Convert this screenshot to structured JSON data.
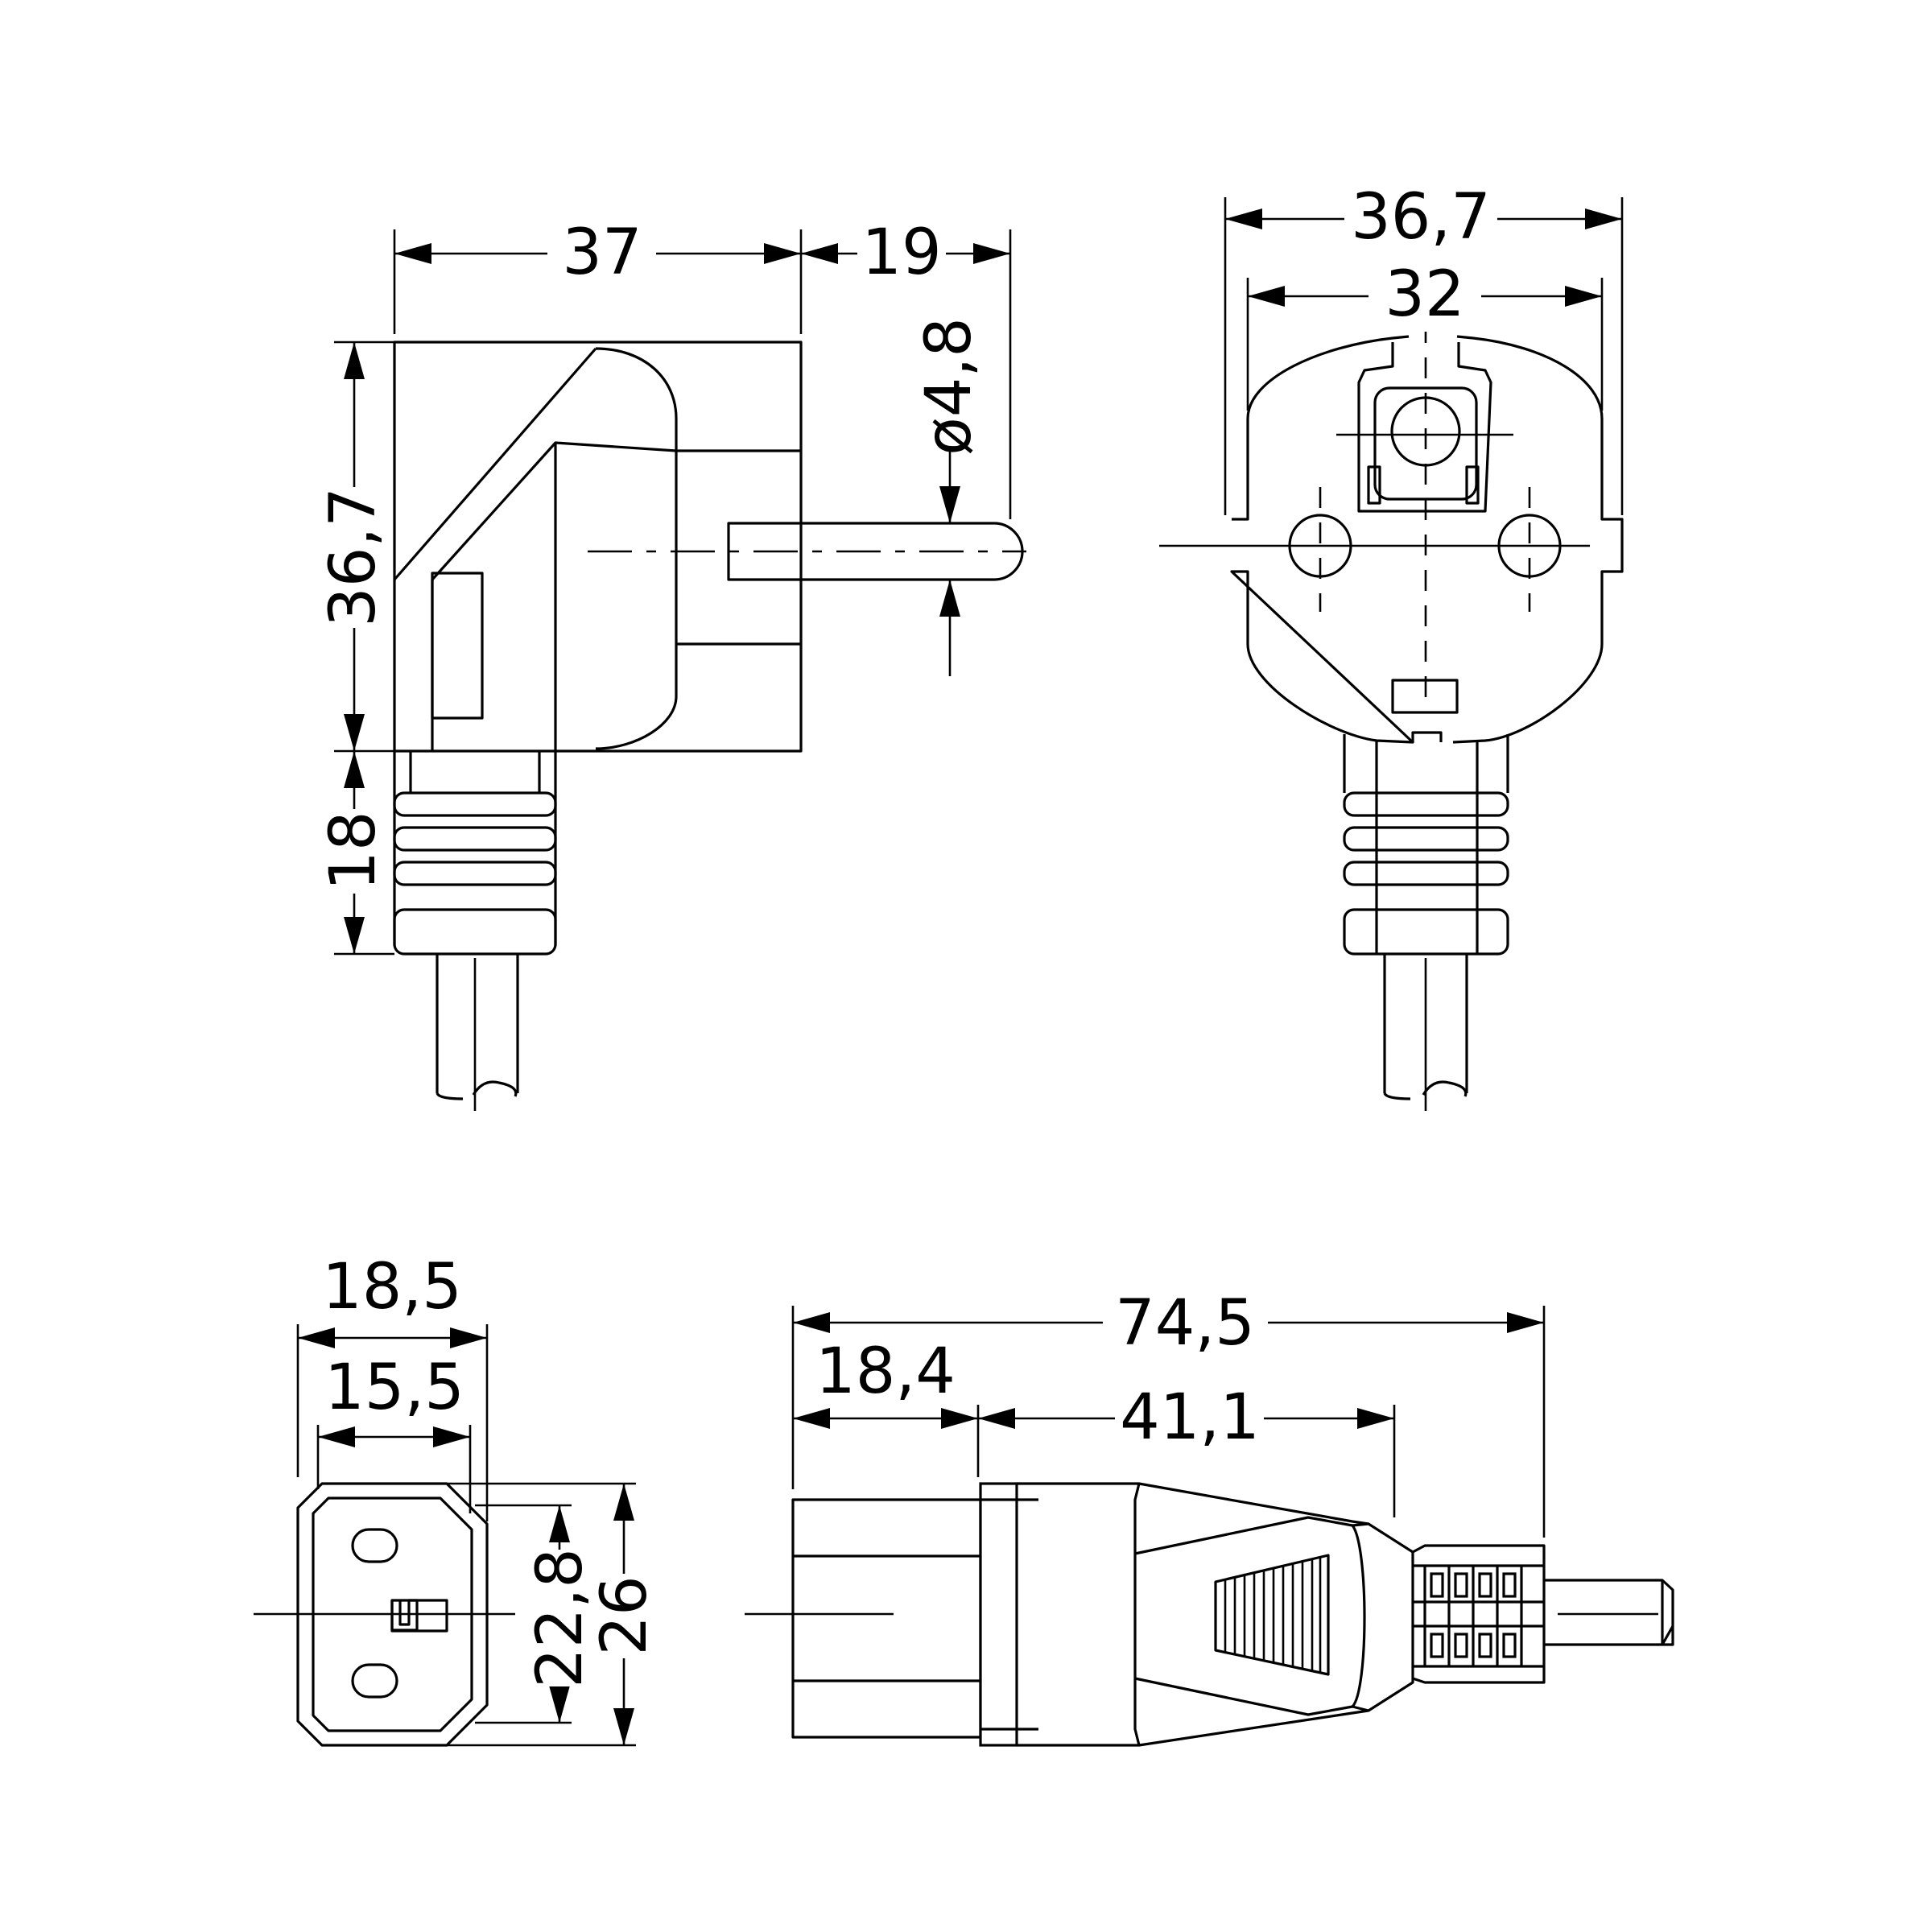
{
  "dimensions": {
    "plug_side_width": "37",
    "pin_length": "19",
    "pin_diameter": "ø4,8",
    "plug_height": "36,7",
    "strain_relief_length": "18",
    "plug_front_width_outer": "36,7",
    "plug_front_width_inner": "32",
    "connector_width_outer": "18,5",
    "connector_width_inner": "15,5",
    "connector_height_inner": "22,8",
    "connector_height_outer": "26",
    "connector_total_length": "74,5",
    "connector_front_length": "18,4",
    "connector_body_length": "41,1"
  },
  "colors": {
    "line": "#000000",
    "background": "#ffffff"
  }
}
